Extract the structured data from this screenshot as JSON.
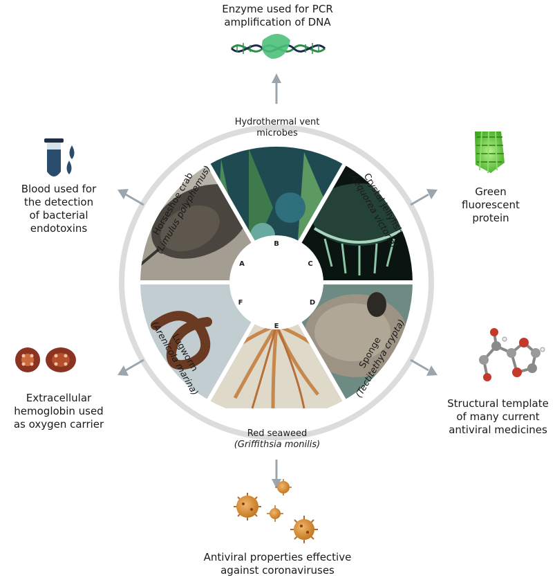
{
  "organisms": {
    "hydrothermal": {
      "line1": "Hydrothermal vent",
      "line2": "microbes",
      "letter": "B"
    },
    "horseshoe": {
      "name": "Horseshoe crab",
      "latin": "Limulus polyphemus",
      "letter": "A"
    },
    "jellyfish": {
      "name": "Crystal jellyfish",
      "latin": "Aequorea victoria",
      "letter": "C"
    },
    "sponge": {
      "name": "Sponge",
      "latin": "Tectitethya crypta",
      "letter": "D"
    },
    "seaweed": {
      "line1": "Red seaweed",
      "line2": "Griffithsia monilis",
      "letter": "E"
    },
    "lugworm": {
      "name": "Lugworm",
      "latin": "Arenicola marina",
      "letter": "F"
    }
  },
  "products": {
    "top": {
      "line1": "Enzyme used for PCR",
      "line2": "amplification of DNA",
      "icon": "dna-enzyme-icon"
    },
    "upper_left": {
      "line1": "Blood used for",
      "line2": "the detection",
      "line3": "of bacterial",
      "line4": "endotoxins",
      "icon": "test-tube-icon"
    },
    "upper_right": {
      "line1": "Green",
      "line2": "fluorescent",
      "line3": "protein",
      "icon": "gfp-protein-icon"
    },
    "lower_left": {
      "line1": "Extracellular",
      "line2": "hemoglobin used",
      "line3": "as oxygen carrier",
      "icon": "hemoglobin-icon"
    },
    "lower_right": {
      "line1": "Structural template",
      "line2": "of many current",
      "line3": "antiviral medicines",
      "icon": "molecule-icon"
    },
    "bottom": {
      "line1": "Antiviral properties effective",
      "line2": "against coronaviruses",
      "icon": "virus-icon"
    }
  },
  "colors": {
    "ring": "#dcdcdc",
    "arrow": "#9aa5ad",
    "test_tube": "#2a4d6e",
    "gfp": "#6fd14a",
    "hemoglobin": "#8a3320",
    "virus": "#c9812e",
    "dna": "#2f8f4a"
  }
}
